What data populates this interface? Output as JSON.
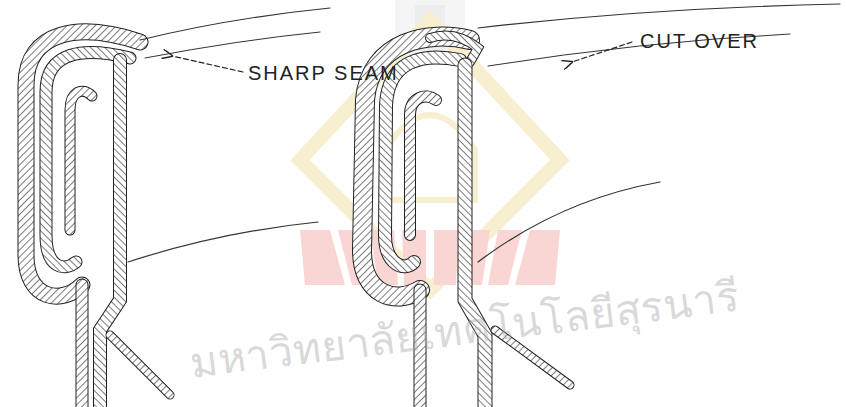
{
  "diagram": {
    "labels": [
      "SHARP SEAM",
      "CUT OVER",
      "มหาวิทยาลัยเทคโนโลยีสุรนารี"
    ]
  }
}
